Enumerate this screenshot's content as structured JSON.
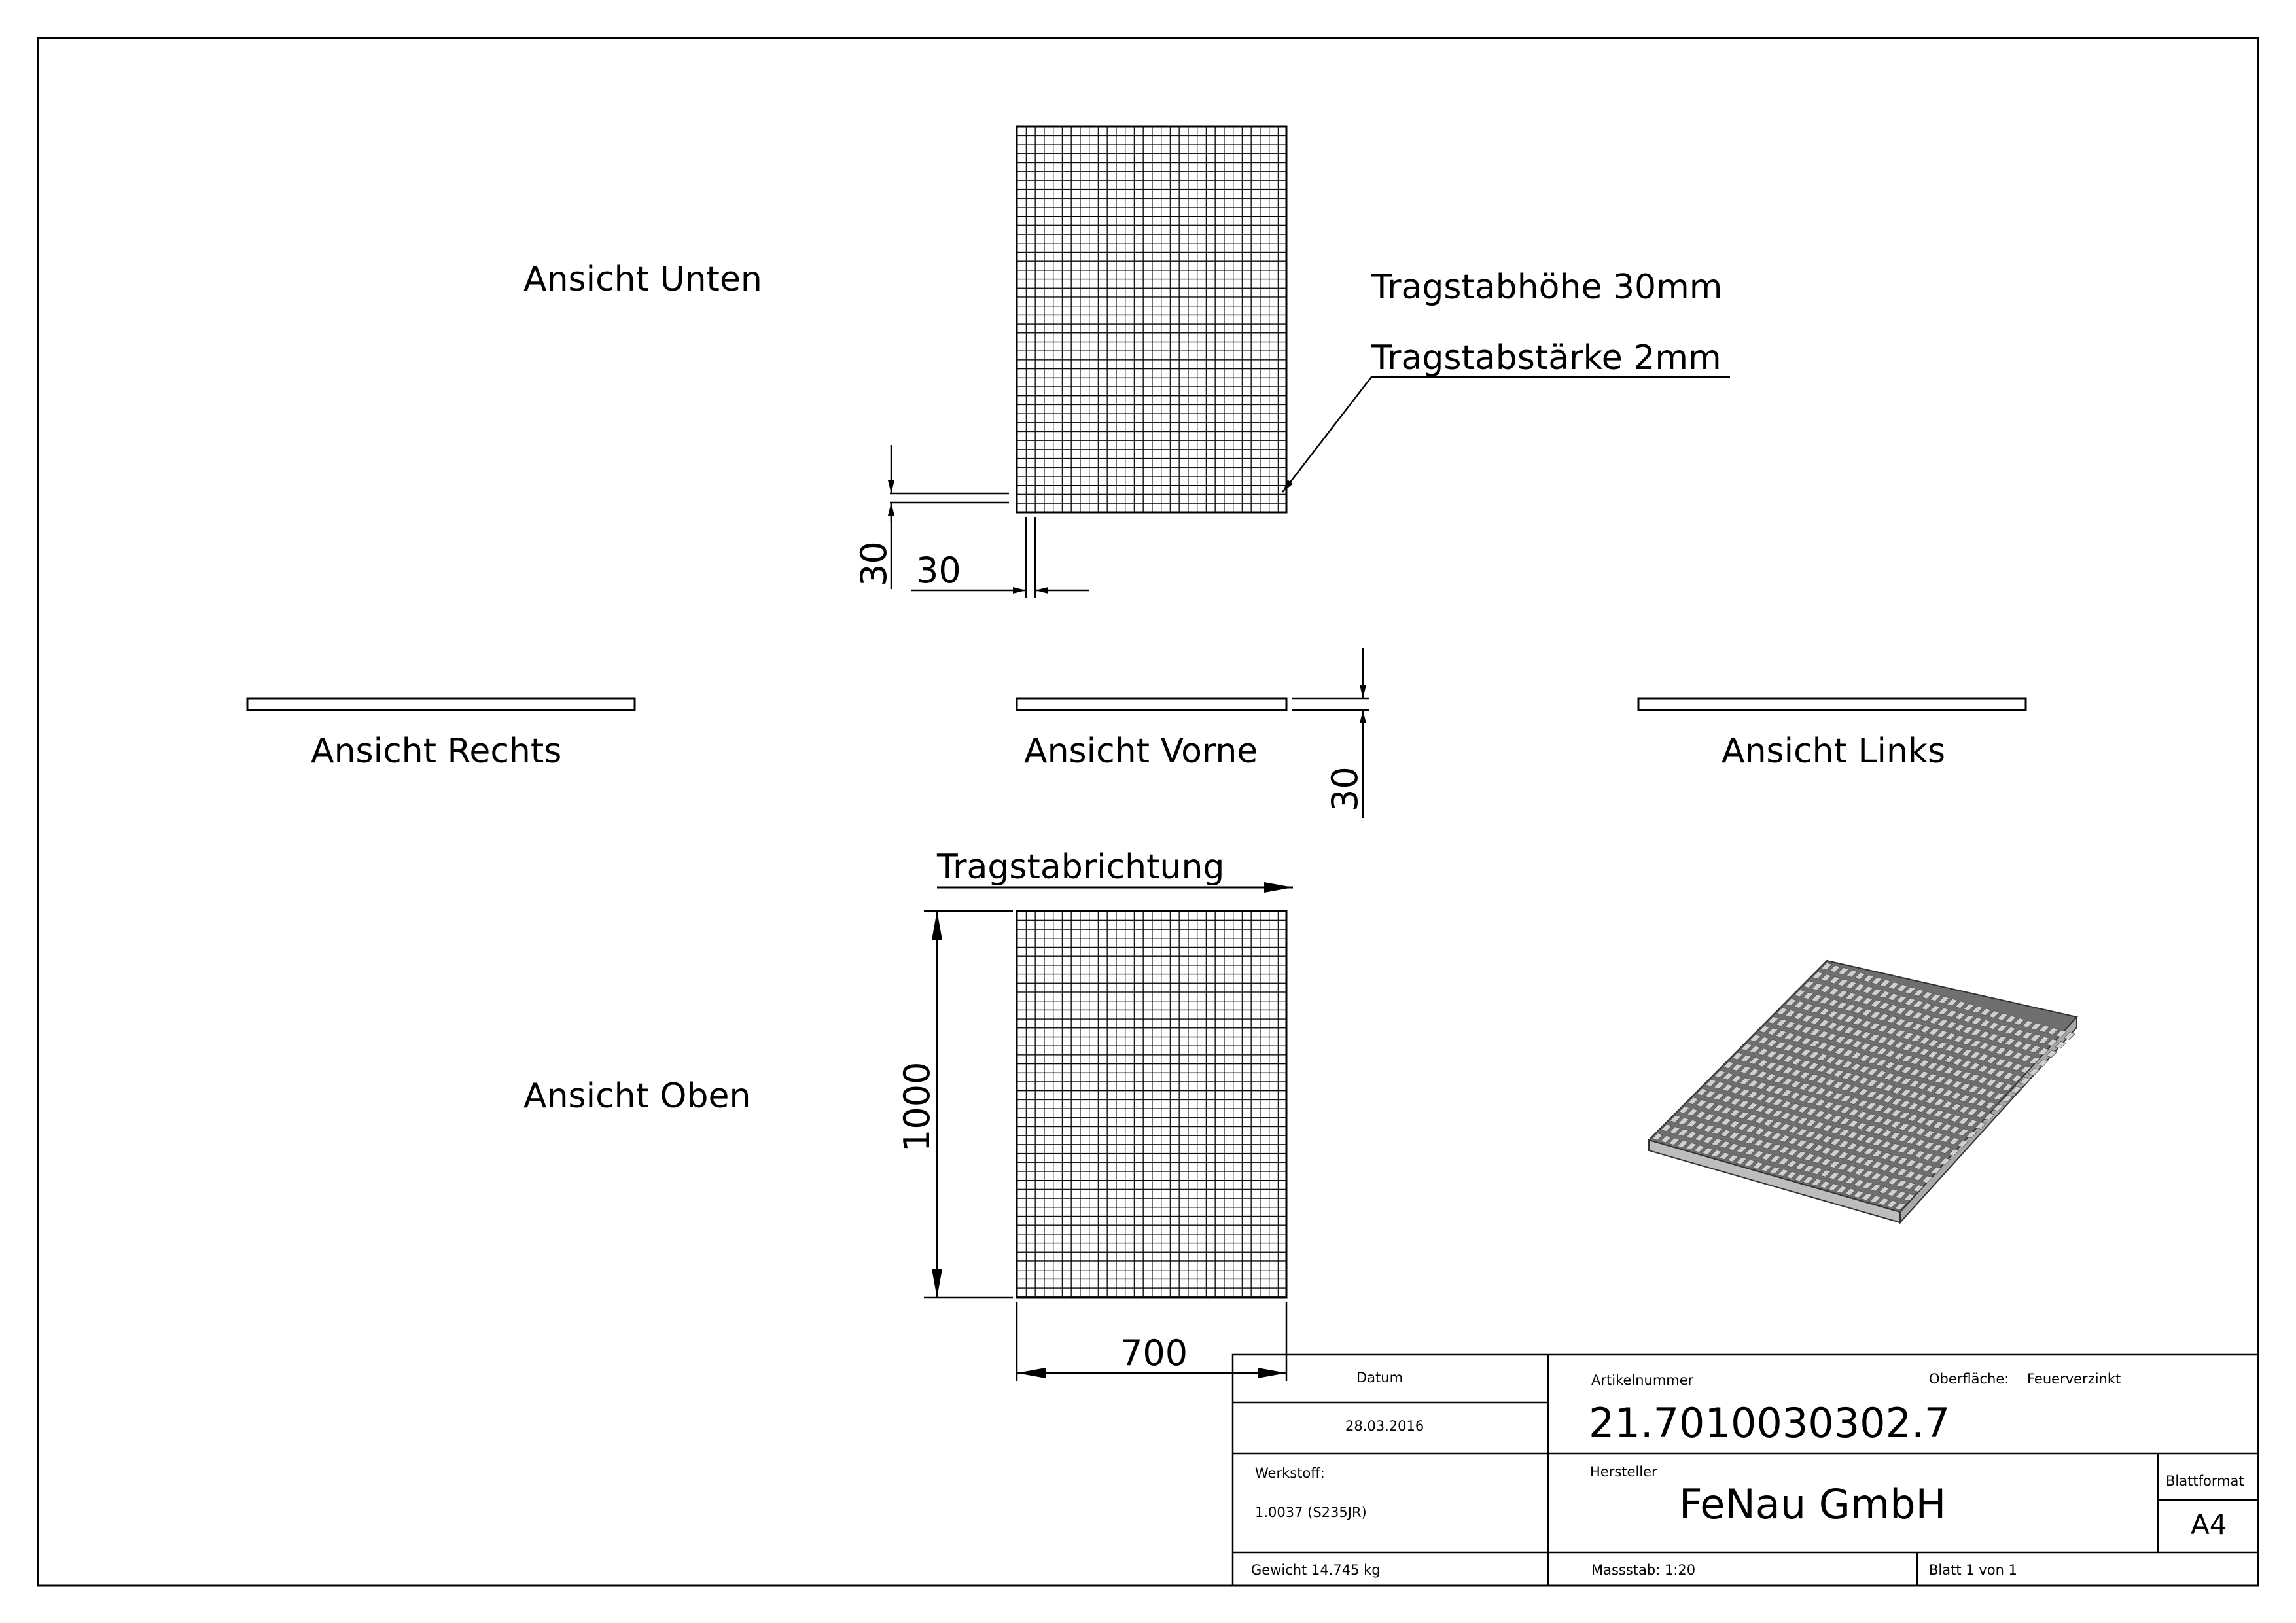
{
  "views": {
    "bottom": "Ansicht Unten",
    "right": "Ansicht Rechts",
    "front": "Ansicht Vorne",
    "left": "Ansicht Links",
    "top": "Ansicht Oben"
  },
  "notes": {
    "bar_height": "Tragstabhöhe 30mm",
    "bar_thickness": "Tragstabstärke 2mm",
    "bar_direction": "Tragstabrichtung"
  },
  "dimensions": {
    "mesh_vertical": "30",
    "mesh_horizontal": "30",
    "front_height": "30",
    "overall_length": "1000",
    "overall_width": "700"
  },
  "title_block": {
    "date_label": "Datum",
    "date_value": "28.03.2016",
    "article_label": "Artikelnummer",
    "article_value": "21.7010030302.7",
    "surface_label": "Oberfläche:",
    "surface_value": "Feuerverzinkt",
    "material_label": "Werkstoff:",
    "material_value": "1.0037 (S235JR)",
    "manufacturer_label": "Hersteller",
    "manufacturer_value": "FeNau GmbH",
    "format_label": "Blattformat",
    "format_value": "A4",
    "weight": "Gewicht 14.745 kg",
    "scale": "Massstab: 1:20",
    "sheet": "Blatt 1 von 1"
  },
  "colors": {
    "line": "#000000",
    "iso_top": "#7a7a7a",
    "iso_cell": "#cfcfcf",
    "iso_side": "#b8b8b8"
  }
}
